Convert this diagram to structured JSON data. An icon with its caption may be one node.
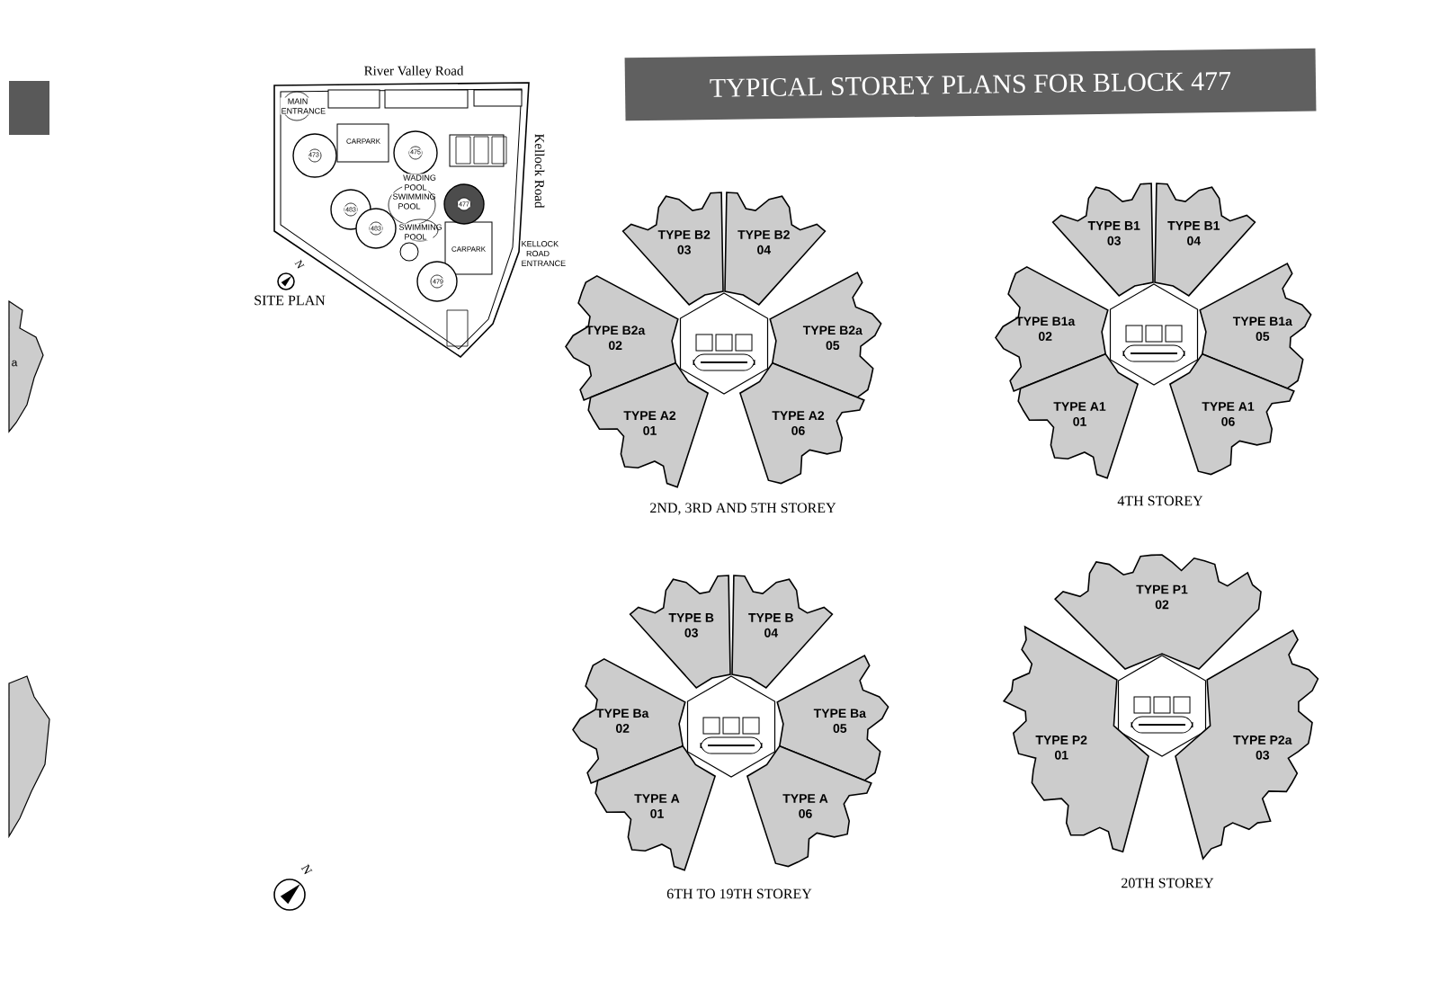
{
  "diagram": {
    "title": "TYPICAL STOREY PLANS FOR BLOCK 477",
    "nodes": [
      {
        "text": [
          "TYPE B2",
          "03"
        ]
      },
      {
        "text": [
          "TYPE B2",
          "04"
        ]
      },
      {
        "text": [
          "TYPE B2a",
          "02"
        ]
      },
      {
        "text": [
          "TYPE B2a",
          "05"
        ]
      },
      {
        "text": [
          "TYPE A2",
          "01"
        ]
      },
      {
        "text": [
          "TYPE A2",
          "06"
        ]
      },
      {
        "text": [
          "TYPE B1",
          "03"
        ]
      },
      {
        "text": [
          "TYPE B1",
          "04"
        ]
      },
      {
        "text": [
          "TYPE B1a",
          "02"
        ]
      },
      {
        "text": [
          "TYPE B1a",
          "05"
        ]
      },
      {
        "text": [
          "TYPE A1",
          "01"
        ]
      },
      {
        "text": [
          "TYPE A1",
          "06"
        ]
      },
      {
        "text": [
          "TYPE B",
          "03"
        ]
      },
      {
        "text": [
          "TYPE B",
          "04"
        ]
      },
      {
        "text": [
          "TYPE Ba",
          "02"
        ]
      },
      {
        "text": [
          "TYPE Ba",
          "05"
        ]
      },
      {
        "text": [
          "TYPE A",
          "01"
        ]
      },
      {
        "text": [
          "TYPE A",
          "06"
        ]
      },
      {
        "text": [
          "TYPE P1",
          "02"
        ]
      },
      {
        "text": [
          "TYPE P2",
          "01"
        ]
      },
      {
        "text": [
          "TYPE P2a",
          "03"
        ]
      }
    ],
    "edges": [],
    "labels": [
      "River Valley Road",
      "MAIN ENTRANCE",
      "CARPARK",
      "473",
      "475",
      "Kellock Road",
      "WADING POOL",
      "SWIMMING POOL",
      "483",
      "477",
      "483",
      "SWIMMING POOL",
      "CARPARK",
      "KELLOCK ROAD ENTRANCE",
      "a",
      "N",
      "479",
      "SITE PLAN",
      "2ND, 3RD AND 5TH STOREY",
      "4TH STOREY",
      "6TH TO 19TH STOREY",
      "20TH STOREY",
      "N"
    ]
  }
}
